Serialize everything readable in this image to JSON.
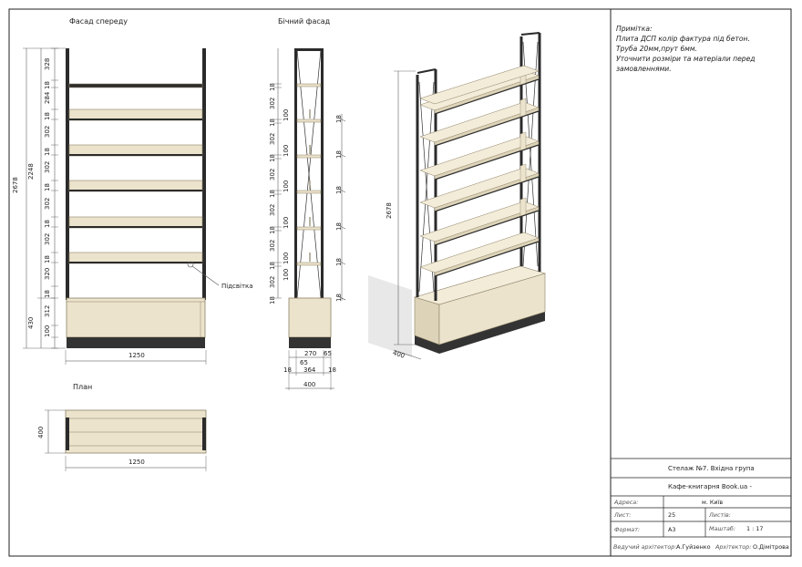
{
  "views": {
    "front": {
      "title": "Фасад спереду",
      "callout": "Підсвітка",
      "width_dim": "1250",
      "total_height": "2678",
      "upper_height": "2248",
      "base_height": "430",
      "dims": [
        "328",
        "18",
        "284",
        "18",
        "302",
        "18",
        "302",
        "18",
        "302",
        "18",
        "302",
        "18",
        "320",
        "18",
        "312",
        "100"
      ]
    },
    "side": {
      "title": "Бічний фасад",
      "left_dims": [
        "18",
        "302",
        "18",
        "302",
        "18",
        "302",
        "18",
        "302",
        "18",
        "302",
        "18",
        "302",
        "18"
      ],
      "inner_dims": [
        "100",
        "100",
        "100",
        "100",
        "100",
        "100"
      ],
      "right_dims": [
        "18",
        "18",
        "18",
        "18",
        "18",
        "18",
        "18"
      ],
      "bottom_row1": [
        "65",
        "270",
        "65"
      ],
      "bottom_row2": [
        "18",
        "364",
        "18"
      ],
      "bottom_row3": "400"
    },
    "plan": {
      "title": "План",
      "width_dim": "1250",
      "depth_dim": "400"
    },
    "iso": {
      "height_dim": "2678",
      "depth_dim": "400"
    }
  },
  "notes": {
    "heading": "Примітка:",
    "lines": [
      "Плита ДСП колір фактура під бетон.",
      "Труба 20мм,прут 6мм.",
      "Уточнити розміри та матеріали перед замовленнями."
    ]
  },
  "title_block": {
    "item": "Стелаж №7. Вхідна група",
    "project": "Кафе-книгарня Book.ua -",
    "address_label": "Адреса:",
    "address_value": "м. Київ",
    "sheet_label": "Лист:",
    "sheet_value": "25",
    "sheets_label": "Листів:",
    "sheets_value": "",
    "format_label": "Формат:",
    "format_value": "А3",
    "scale_label": "Маштаб:",
    "scale_value": "1 : 17",
    "lead_label": "Ведучий архітектор:",
    "lead_value": "А.Гуйзенко",
    "arch_label": "Архітектор:",
    "arch_value": "О.Дімітрова"
  },
  "colors": {
    "frame": "#2b2b2b",
    "wood": "#ece3cc",
    "wood_edge": "#cbbd98",
    "plinth": "#333333"
  }
}
